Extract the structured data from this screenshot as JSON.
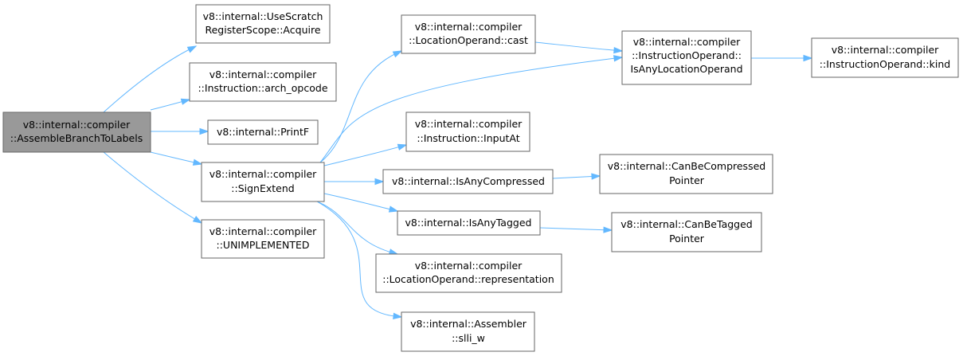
{
  "colors": {
    "edge": "#63b8ff",
    "node_border": "#666666",
    "root_fill": "#999999",
    "node_fill": "#ffffff"
  },
  "nodes": {
    "root": [
      "v8::internal::compiler",
      "::AssembleBranchToLabels"
    ],
    "use_scratch_acquire": [
      "v8::internal::UseScratch",
      "RegisterScope::Acquire"
    ],
    "arch_opcode": [
      "v8::internal::compiler",
      "::Instruction::arch_opcode"
    ],
    "printf": [
      "v8::internal::PrintF"
    ],
    "sign_extend": [
      "v8::internal::compiler",
      "::SignExtend"
    ],
    "unimplemented": [
      "v8::internal::compiler",
      "::UNIMPLEMENTED"
    ],
    "location_cast": [
      "v8::internal::compiler",
      "::LocationOperand::cast"
    ],
    "is_any_location": [
      "v8::internal::compiler",
      "::InstructionOperand::",
      "IsAnyLocationOperand"
    ],
    "operand_kind": [
      "v8::internal::compiler",
      "::InstructionOperand::kind"
    ],
    "input_at": [
      "v8::internal::compiler",
      "::Instruction::InputAt"
    ],
    "is_any_compressed": [
      "v8::internal::IsAnyCompressed"
    ],
    "can_be_compressed": [
      "v8::internal::CanBeCompressed",
      "Pointer"
    ],
    "is_any_tagged": [
      "v8::internal::IsAnyTagged"
    ],
    "can_be_tagged": [
      "v8::internal::CanBeTagged",
      "Pointer"
    ],
    "representation": [
      "v8::internal::compiler",
      "::LocationOperand::representation"
    ],
    "slli_w": [
      "v8::internal::Assembler",
      "::slli_w"
    ]
  }
}
